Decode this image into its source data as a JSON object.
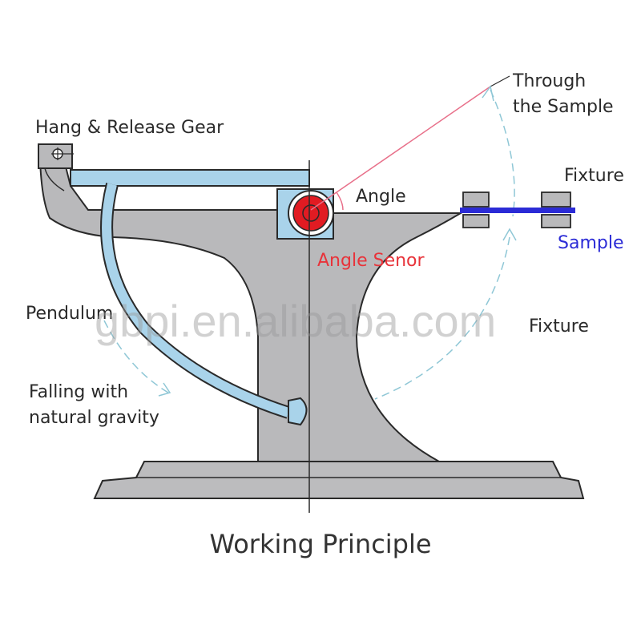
{
  "labels": {
    "hang_release_gear": "Hang & Release Gear",
    "through_line1": "Through",
    "through_line2": "the Sample",
    "fixture_top": "Fixture",
    "angle": "Angle",
    "sample": "Sample",
    "angle_sensor": "Angle Senor",
    "pendulum": "Pendulum",
    "fixture_mid": "Fixture",
    "falling_line1": "Falling with",
    "falling_line2": "natural gravity"
  },
  "title": "Working Principle",
  "watermark": "gbpi.en.alibaba.com",
  "colors": {
    "body": "#b9b9bb",
    "outline": "#2a2a2a",
    "arm": "#a9d3ea",
    "sensor": "#e11b22",
    "sample": "#2b2bd6",
    "through_line": "#e8708a",
    "dashed": "#8fc7d6"
  }
}
